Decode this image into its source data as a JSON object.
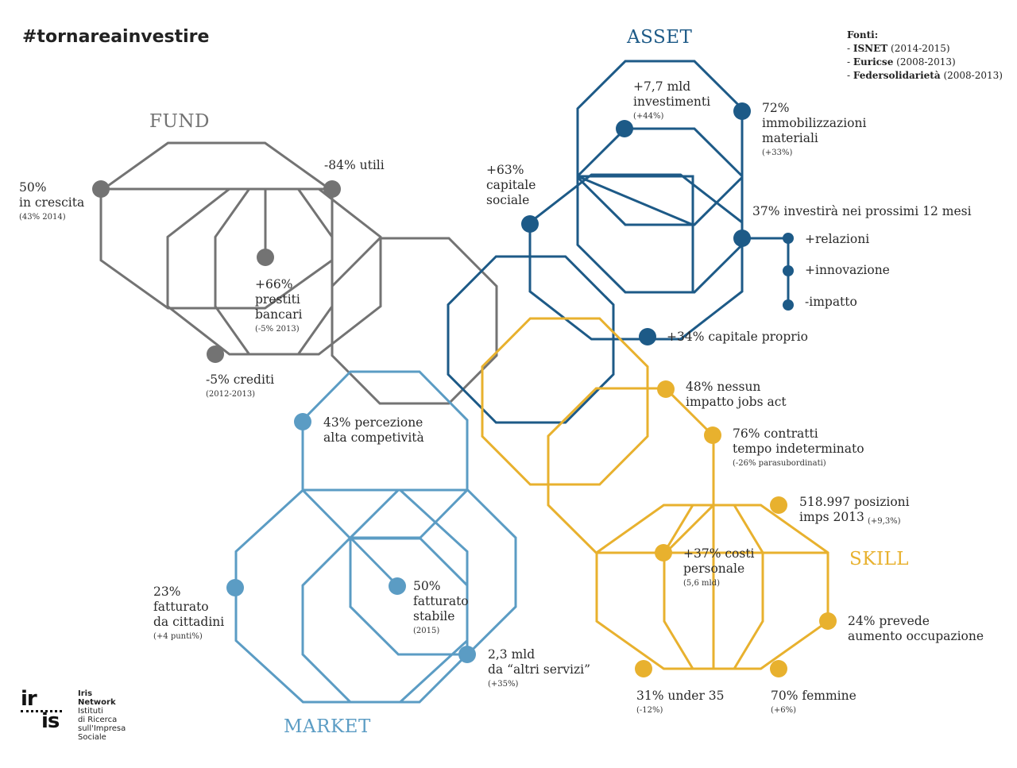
{
  "hashtag": "#tornareainvestire",
  "fonti": {
    "title": "Fonti:",
    "items": [
      {
        "name": "ISNET",
        "years": "(2014-2015)"
      },
      {
        "name": "Euricse",
        "years": "(2008-2013)"
      },
      {
        "name": "Federsolidarietà",
        "years": "(2008-2013)"
      }
    ]
  },
  "colors": {
    "fund": "#737373",
    "asset": "#1d5a87",
    "skill": "#e8b12e",
    "market": "#5b9cc4"
  },
  "sections": {
    "fund": "FUND",
    "asset": "ASSET",
    "skill": "SKILL",
    "market": "MARKET"
  },
  "labels": {
    "fund_crescita": {
      "main": "50%\nin crescita",
      "sub": "(43% 2014)"
    },
    "fund_utili": {
      "main": "-84% utili",
      "sub": ""
    },
    "fund_prestiti": {
      "main": "+66%\nprestiti\nbancari",
      "sub": "(-5% 2013)"
    },
    "fund_crediti": {
      "main": "-5% crediti",
      "sub": "(2012-2013)"
    },
    "asset_capitale_sociale": {
      "main": "+63%\ncapitale\nsociale",
      "sub": ""
    },
    "asset_investimenti": {
      "main": "+7,7 mld\ninvestimenti",
      "sub": "(+44%)"
    },
    "asset_immobilizzazioni": {
      "main": "72%\nimmobilizzazioni\nmateriali",
      "sub": "(+33%)"
    },
    "asset_investira": {
      "main": "37% investirà nei prossimi 12 mesi",
      "sub": ""
    },
    "asset_relazioni": {
      "main": "+relazioni",
      "sub": ""
    },
    "asset_innovazione": {
      "main": "+innovazione",
      "sub": ""
    },
    "asset_impatto": {
      "main": "-impatto",
      "sub": ""
    },
    "asset_capitale_proprio": {
      "main": "+34% capitale proprio",
      "sub": ""
    },
    "market_percezione": {
      "main": "43% percezione\nalta competività",
      "sub": ""
    },
    "market_cittadini": {
      "main": "23%\nfatturato\nda cittadini",
      "sub": "(+4 punti%)"
    },
    "market_stabile": {
      "main": "50%\nfatturato\nstabile",
      "sub": "(2015)"
    },
    "market_altri": {
      "main": "2,3 mld\nda “altri servizi”",
      "sub": "(+35%)"
    },
    "skill_jobs": {
      "main": "48% nessun\nimpatto jobs act",
      "sub": ""
    },
    "skill_contratti": {
      "main": "76% contratti\ntempo indeterminato",
      "sub": "(-26% parasubordinati)"
    },
    "skill_posizioni": {
      "main": "518.997 posizioni\nimps 2013",
      "sub": "(+9,3%)"
    },
    "skill_costi": {
      "main": "+37% costi\npersonale",
      "sub": "(5,6 mld)"
    },
    "skill_occupazione": {
      "main": "24% prevede\naumento occupazione",
      "sub": ""
    },
    "skill_under35": {
      "main": "31% under 35",
      "sub": "(-12%)"
    },
    "skill_femmine": {
      "main": "70% femmine",
      "sub": "(+6%)"
    }
  },
  "logo": {
    "mark_top": "ir",
    "mark_bottom": "is",
    "name": "Iris Network",
    "lines": "Istituti\ndi Ricerca\nsull'Impresa\nSociale"
  }
}
